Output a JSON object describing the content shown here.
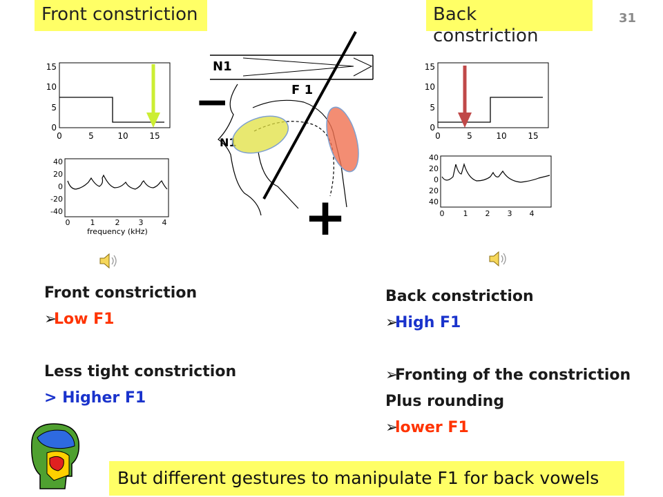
{
  "slide_number": "31",
  "front_title": "Front constriction",
  "back_title": "Back constriction",
  "front_text": {
    "heading": "Front constriction",
    "bullet1": "Low F1",
    "heading2": "Less tight constriction",
    "line2": "> Higher F1"
  },
  "back_text": {
    "heading": "Back constriction",
    "bullet1": "High F1",
    "bullet2": "Fronting of the constriction",
    "line2": "Plus rounding",
    "bullet3": "lower F1"
  },
  "bottom_banner": "But different gestures to manipulate F1 for back vowels",
  "diagram": {
    "n1_top": "N1",
    "n1_lower": "N1",
    "f1_label": "F 1",
    "minus": "−",
    "plus": "+"
  },
  "front_area_plot": {
    "y_ticks": [
      "15",
      "10",
      "5",
      "0"
    ],
    "x_ticks": [
      "0",
      "5",
      "10",
      "15"
    ]
  },
  "front_spectrum_plot": {
    "y_ticks": [
      "40",
      "20",
      "0",
      "-20",
      "-40"
    ],
    "x_ticks": [
      "0",
      "1",
      "2",
      "3",
      "4"
    ],
    "xlabel": "frequency (kHz)"
  },
  "back_area_plot": {
    "y_ticks": [
      "15",
      "10",
      "5",
      "0"
    ],
    "x_ticks": [
      "0",
      "5",
      "10",
      "15"
    ]
  },
  "back_spectrum_plot": {
    "y_ticks": [
      "40",
      "20",
      "0",
      "20",
      "40"
    ],
    "x_ticks": [
      "0",
      "1",
      "2",
      "3",
      "4"
    ]
  },
  "colors": {
    "highlight": "#ffff66",
    "red_text": "#ff3300",
    "blue_text": "#1a33cc",
    "front_arrow": "#ccee33",
    "back_arrow": "#c04848",
    "front_ellipse": "#e0e040",
    "back_ellipse": "#f07050"
  },
  "icons": [
    "speaker-icon",
    "speaker-icon",
    "head-logo-icon"
  ]
}
